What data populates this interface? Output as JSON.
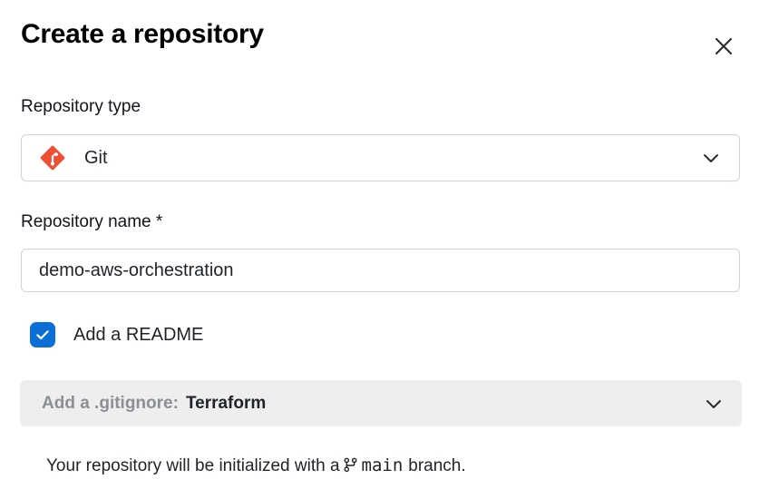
{
  "dialog": {
    "title": "Create a repository",
    "close_icon": "close-icon"
  },
  "fields": {
    "repository_type": {
      "label": "Repository type",
      "selected_value": "Git",
      "icon": "git-logo-icon",
      "chevron_icon": "chevron-down-icon"
    },
    "repository_name": {
      "label": "Repository name *",
      "value": "demo-aws-orchestration",
      "placeholder": ""
    },
    "readme": {
      "label": "Add a README",
      "checked": true,
      "check_icon": "check-icon"
    },
    "gitignore": {
      "prefix": "Add a .gitignore:",
      "value": "Terraform",
      "chevron_icon": "chevron-down-icon"
    }
  },
  "footer": {
    "note_prefix": "Your repository will be initialized with a",
    "branch_icon": "git-branch-icon",
    "branch_name": "main",
    "note_suffix": "branch."
  },
  "colors": {
    "git_orange": "#ef4e35",
    "checkbox_blue": "#0b6fd8",
    "gitignore_bar_bg": "#eeeeee",
    "border": "#cfd3d8",
    "muted_text": "#8c8f93"
  }
}
